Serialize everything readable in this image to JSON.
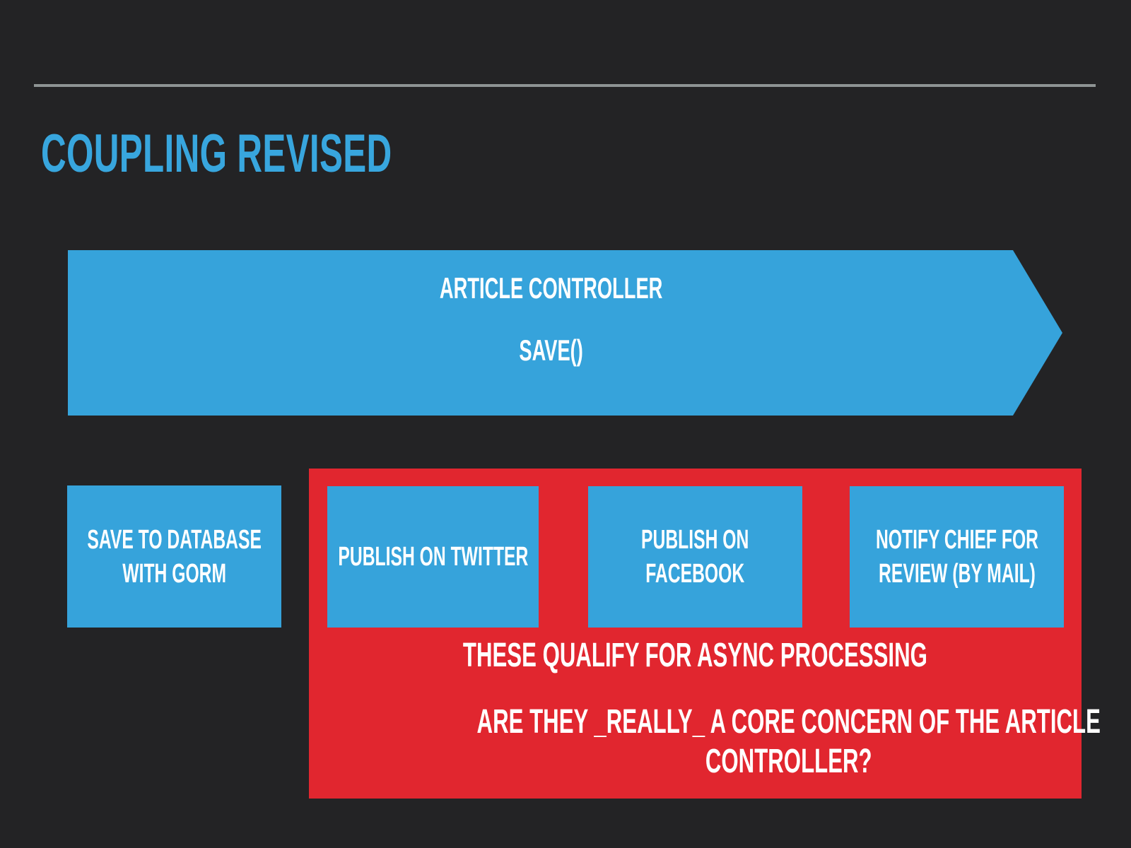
{
  "slide": {
    "title": "COUPLING REVISED",
    "colors": {
      "background": "#232325",
      "shape_blue": "#36A3DB",
      "title_blue": "#38A6DE",
      "alert_red": "#E1262F",
      "divider_gray": "#8E9494",
      "text_white": "#FFFFFF"
    },
    "arrow": {
      "title": "ARTICLE CONTROLLER",
      "method": "SAVE()"
    },
    "save_db_box": {
      "lines": [
        "SAVE TO DATABASE",
        "WITH GORM"
      ]
    },
    "async_group": {
      "boxes": [
        {
          "lines": [
            "PUBLISH ON TWITTER"
          ]
        },
        {
          "lines": [
            "PUBLISH ON",
            "FACEBOOK"
          ]
        },
        {
          "lines": [
            "NOTIFY CHIEF FOR",
            "REVIEW (BY MAIL)"
          ]
        }
      ],
      "note_async": "THESE QUALIFY FOR ASYNC PROCESSING",
      "note_question_lines": [
        "ARE THEY _REALLY_ A CORE CONCERN OF THE ARTICLE",
        "CONTROLLER?"
      ]
    }
  }
}
